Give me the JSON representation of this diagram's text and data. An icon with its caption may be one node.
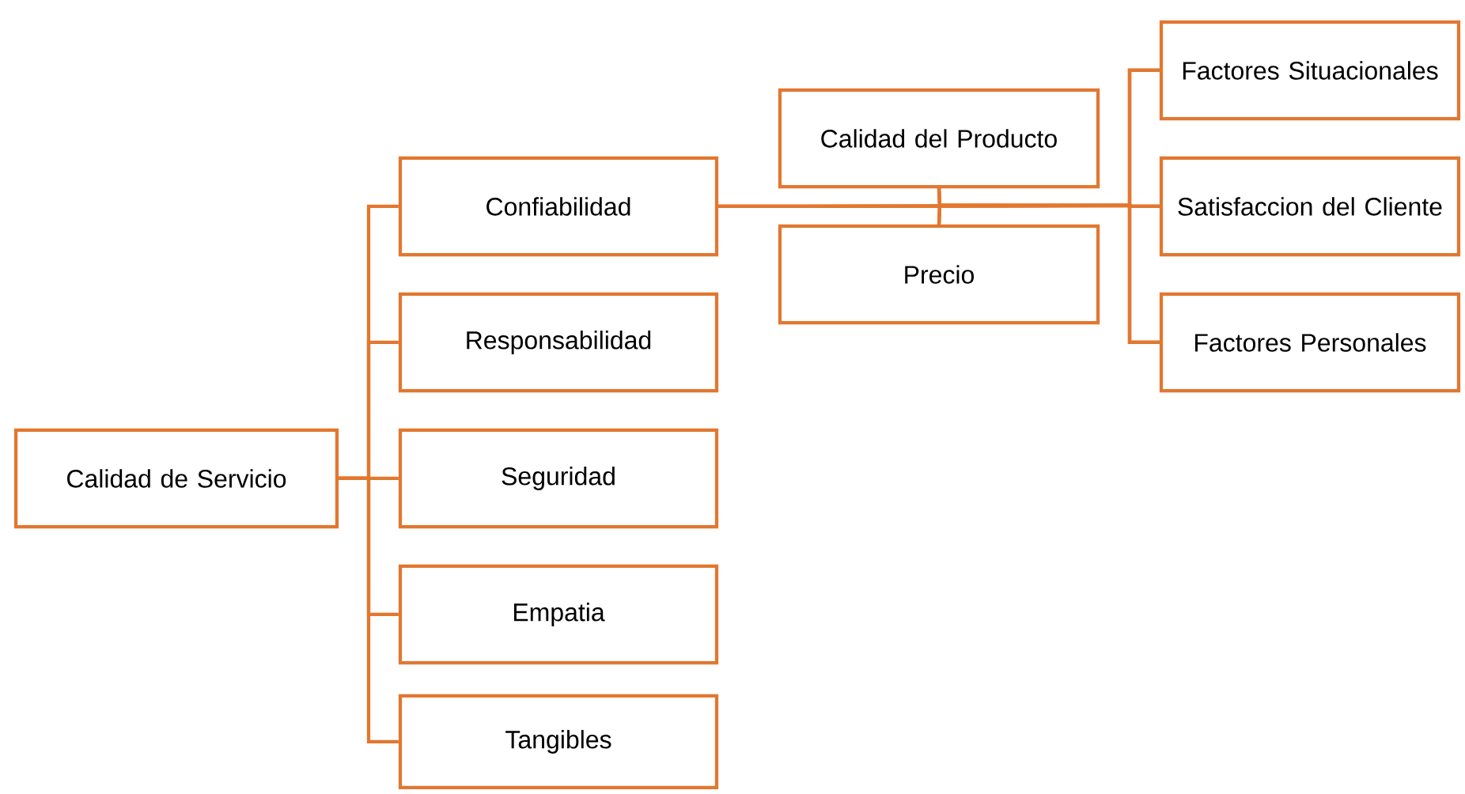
{
  "diagram": {
    "nodes": [
      {
        "text": [
          "Calidad de Servicio"
        ]
      },
      {
        "text": [
          "Confiabilidad"
        ]
      },
      {
        "text": [
          "Responsabilidad"
        ]
      },
      {
        "text": [
          "Seguridad"
        ]
      },
      {
        "text": [
          "Empatia"
        ]
      },
      {
        "text": [
          "Tangibles"
        ]
      },
      {
        "text": [
          "Calidad del Producto"
        ]
      },
      {
        "text": [
          "Precio"
        ]
      },
      {
        "text": [
          "Factores Situacionales"
        ]
      },
      {
        "text": [
          "Satisfaccion del Cliente"
        ]
      },
      {
        "text": [
          "Factores Personales"
        ]
      }
    ],
    "edges": [
      {
        "from": 0,
        "to": 1,
        "arrow": "none"
      },
      {
        "from": 0,
        "to": 2,
        "arrow": "none"
      },
      {
        "from": 0,
        "to": 3,
        "arrow": "none"
      },
      {
        "from": 0,
        "to": 4,
        "arrow": "none"
      },
      {
        "from": 0,
        "to": 5,
        "arrow": "none"
      },
      {
        "from": 1,
        "to": 8,
        "arrow": "none"
      },
      {
        "from": 1,
        "to": 9,
        "arrow": "none"
      },
      {
        "from": 1,
        "to": 10,
        "arrow": "none"
      },
      {
        "from": 6,
        "to": 8,
        "arrow": "none"
      },
      {
        "from": 6,
        "to": 9,
        "arrow": "none"
      },
      {
        "from": 6,
        "to": 10,
        "arrow": "none"
      },
      {
        "from": 7,
        "to": 8,
        "arrow": "none"
      },
      {
        "from": 7,
        "to": 9,
        "arrow": "none"
      },
      {
        "from": 7,
        "to": 10,
        "arrow": "none"
      }
    ]
  }
}
